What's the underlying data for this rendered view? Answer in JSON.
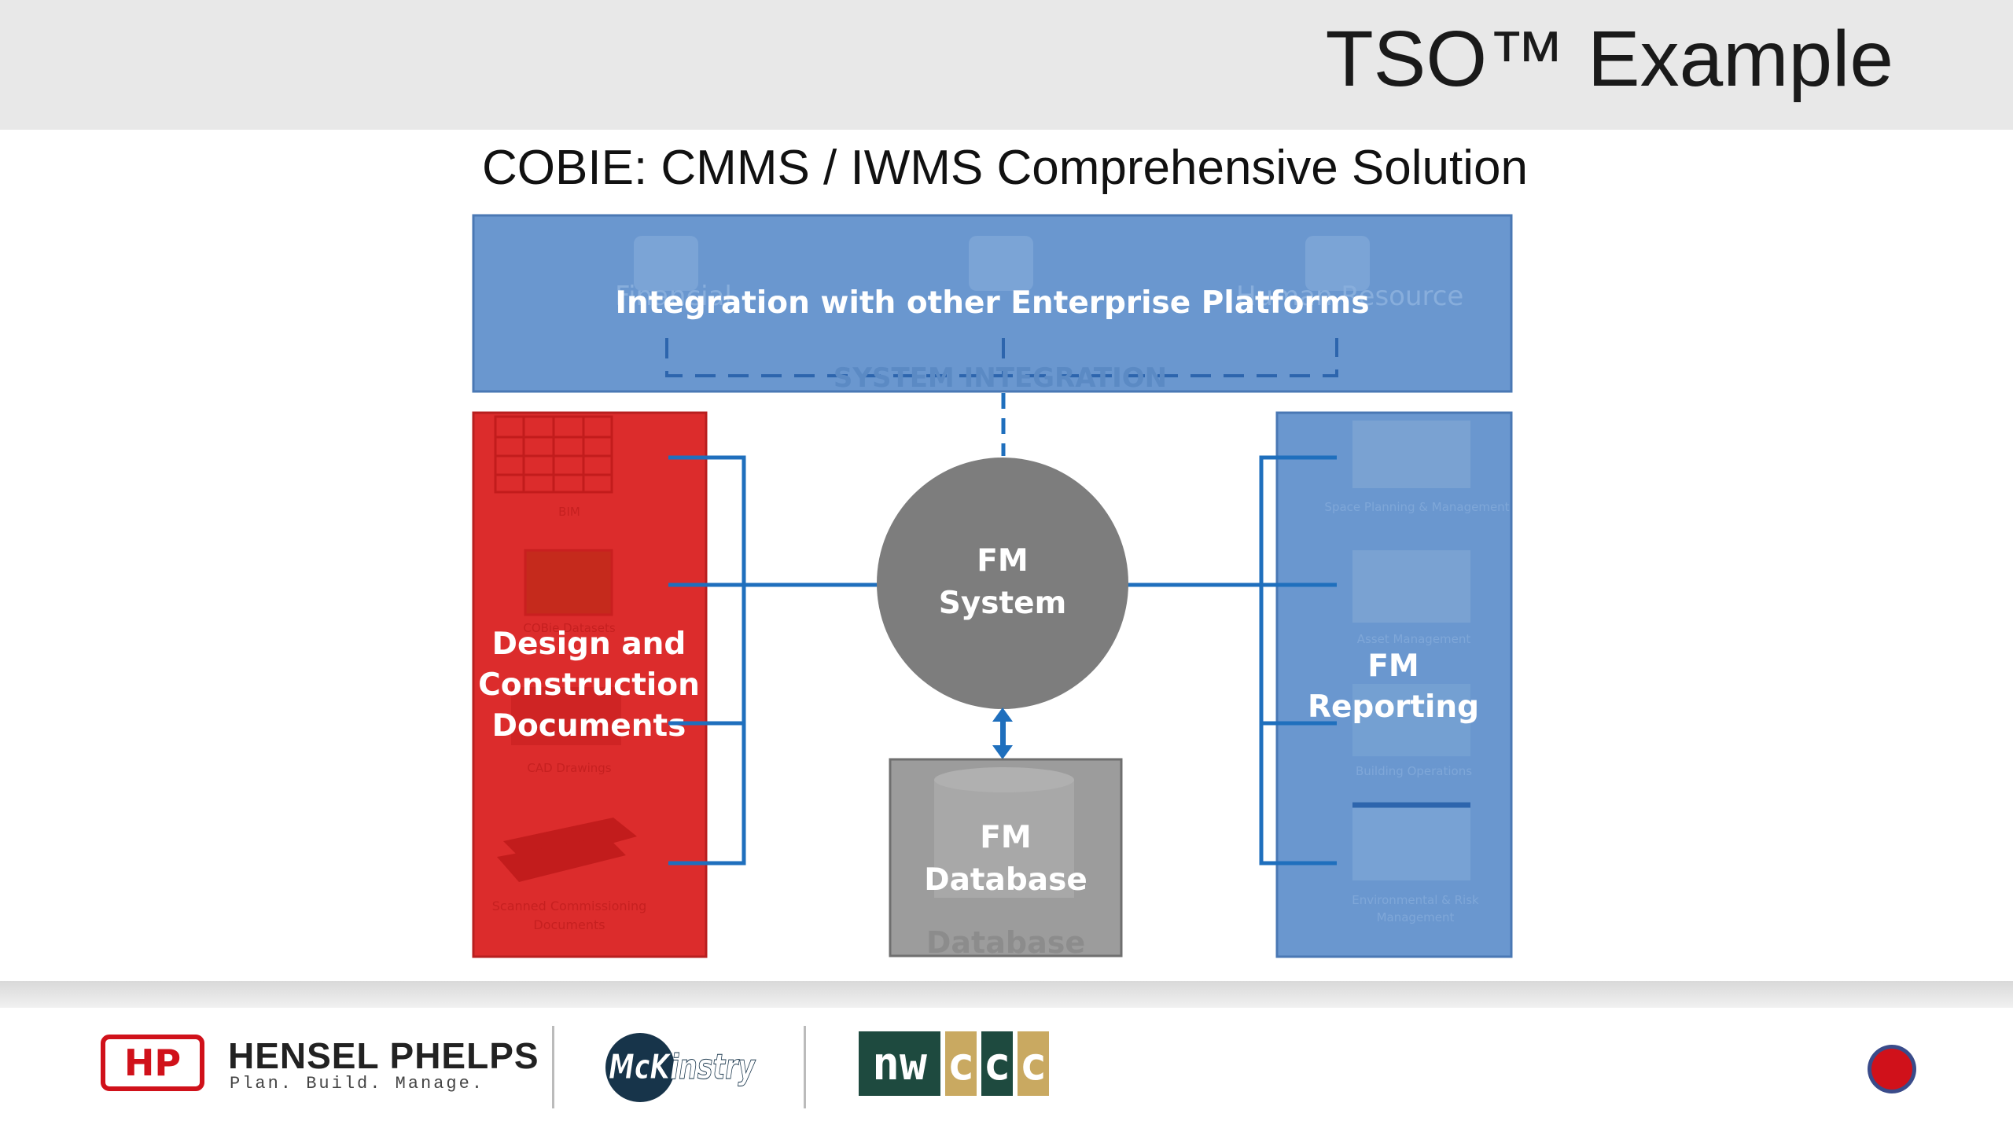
{
  "slide": {
    "title": "TSO™ Example",
    "subtitle": "COBIE: CMMS / IWMS Comprehensive Solution"
  },
  "diagram": {
    "integration": {
      "label": "Integration with other Enterprise Platforms",
      "system_integration": "SYSTEM INTEGRATION",
      "background_labels": [
        "Financial",
        "Human Resource"
      ],
      "color": "#6a97cf"
    },
    "design_docs": {
      "label_lines": [
        "Design and",
        "Construction",
        "Documents"
      ],
      "sub_labels": [
        "BIM",
        "COBie Datasets",
        "CAD Drawings",
        "Scanned Commissioning",
        "Documents"
      ],
      "color": "#dc2c2c"
    },
    "fm_system": {
      "label_lines": [
        "FM",
        "System"
      ],
      "color": "#7d7d7d"
    },
    "fm_database": {
      "label_lines": [
        "FM",
        "Database"
      ],
      "ghost_label": "Database",
      "color": "#9c9c9c"
    },
    "fm_reporting": {
      "label_lines": [
        "FM",
        "Reporting"
      ],
      "sub_labels": [
        "Space Planning & Management",
        "Asset Management",
        "Building Operations",
        "Environmental & Risk",
        "Management"
      ],
      "color": "#6a97cf"
    },
    "connector_color": "#1f6fbd"
  },
  "footer": {
    "hensel_phelps": {
      "name": "HENSEL PHELPS",
      "tagline": "Plan. Build. Manage.",
      "logo_text": "HP"
    },
    "mckinstry": {
      "name": "McKinstry"
    },
    "nwccc": {
      "letters": [
        "n",
        "w",
        "c",
        "c",
        "c"
      ],
      "colors": [
        "#1e4a3f",
        "#1e4a3f",
        "#c9a961",
        "#c9a961",
        "#c9a961"
      ]
    },
    "indicator_color": "#d0111a"
  }
}
